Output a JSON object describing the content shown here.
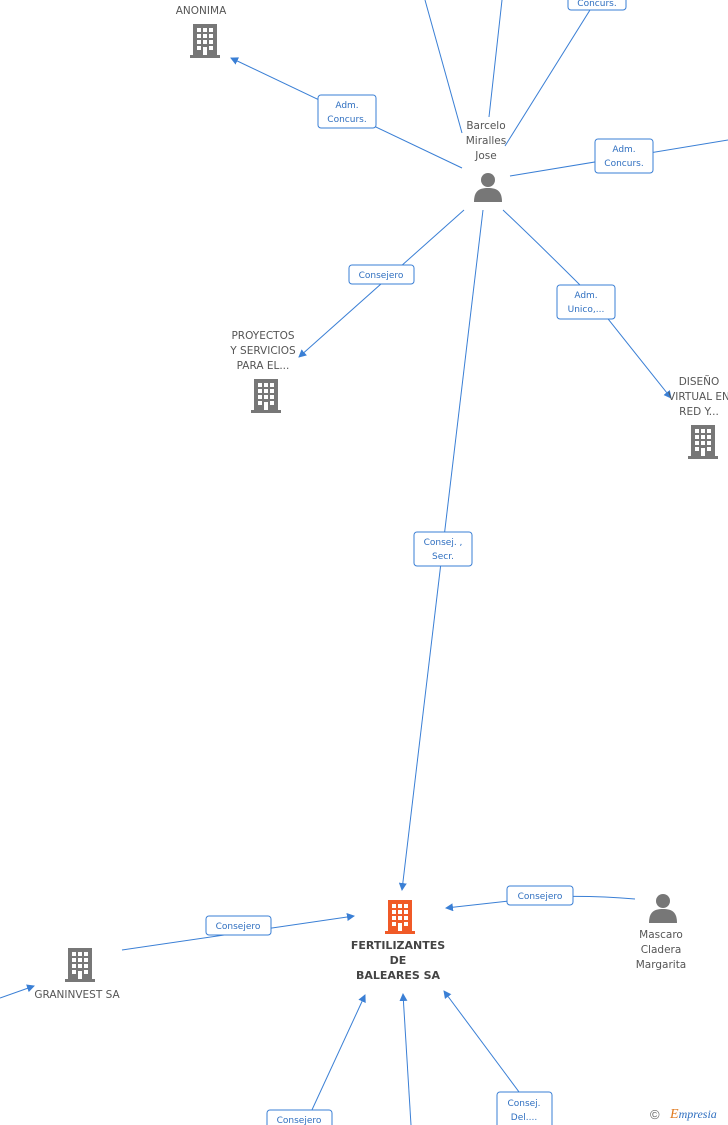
{
  "nodes": {
    "anonima": {
      "lines": [
        "ANONIMA"
      ],
      "kind": "company"
    },
    "barcelo": {
      "lines": [
        "Barcelo",
        "Miralles",
        "Jose"
      ],
      "kind": "person"
    },
    "proyectos": {
      "lines": [
        "PROYECTOS",
        "Y SERVICIOS",
        "PARA EL..."
      ],
      "kind": "company"
    },
    "diseno": {
      "lines": [
        "DISEÑO",
        "VIRTUAL EN",
        "RED Y..."
      ],
      "kind": "company"
    },
    "fertilizantes": {
      "lines": [
        "FERTILIZANTES",
        "DE",
        "BALEARES SA"
      ],
      "kind": "company-main"
    },
    "graninvest": {
      "lines": [
        "GRANINVEST SA"
      ],
      "kind": "company"
    },
    "mascaro": {
      "lines": [
        "Mascaro",
        "Cladera",
        "Margarita"
      ],
      "kind": "person"
    }
  },
  "edge_labels": {
    "top_concurs": [
      "Concurs."
    ],
    "anonima_adm": [
      "Adm.",
      "Concurs."
    ],
    "right_adm": [
      "Adm.",
      "Concurs."
    ],
    "proyectos_consejero": [
      "Consejero"
    ],
    "diseno_adm": [
      "Adm.",
      "Unico,..."
    ],
    "fert_consej_secr": [
      "Consej. ,",
      "Secr."
    ],
    "mascaro_consejero": [
      "Consejero"
    ],
    "graninvest_consejero": [
      "Consejero"
    ],
    "bottom_left_consejero": [
      "Consejero"
    ],
    "bottom_right_consej": [
      "Consej.",
      "Del...."
    ]
  },
  "footer": {
    "copyright": "©",
    "brand_first": "E",
    "brand_rest": "mpresia"
  },
  "colors": {
    "edge": "#3a7fd5",
    "company_icon": "#777777",
    "main_company_icon": "#f05a28",
    "person_icon": "#777777"
  }
}
